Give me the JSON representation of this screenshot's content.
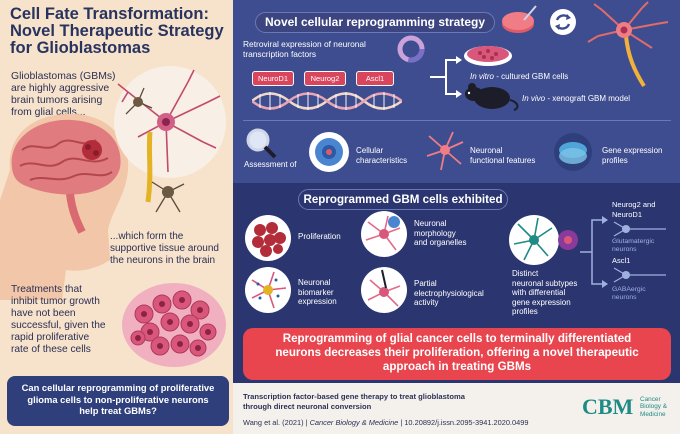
{
  "left": {
    "title_line1": "Cell Fate Transformation:",
    "title_line2": "Novel Therapeutic Strategy",
    "title_line3": "for Glioblastomas",
    "gbm_line1": "Glioblastomas (GBMs)",
    "gbm_line2": "are highly aggressive",
    "gbm_line3": "brain tumors arising",
    "gbm_line4": "from glial cells...",
    "support_line1": "...which form the",
    "support_line2": "supportive tissue around",
    "support_line3": "the neurons in the brain",
    "treat_line1": "Treatments that",
    "treat_line2": "inhibit tumor growth",
    "treat_line3": "have not been",
    "treat_line4": "successful, given the",
    "treat_line5": "rapid proliferative",
    "treat_line6": "rate of these cells",
    "question_line1": "Can cellular reprogramming of proliferative",
    "question_line2": "glioma cells to non-proliferative neurons",
    "question_line3": "help treat GBMs?"
  },
  "top": {
    "header": "Novel cellular reprogramming strategy",
    "retro_line1": "Retroviral expression of neuronal",
    "retro_line2": "transcription factors",
    "genes": [
      "NeuroD1",
      "Neurog2",
      "Ascl1"
    ],
    "invitro_em": "In vitro",
    "invitro_rest": " - cultured GBM cells",
    "invivo_em": "In vivo",
    "invivo_rest": " - xenograft GBM model",
    "assessment": "Assessment of",
    "cell_char_line1": "Cellular",
    "cell_char_line2": "characteristics",
    "neuronal_line1": "Neuronal",
    "neuronal_line2": "functional features",
    "gene_expr_line1": "Gene expression",
    "gene_expr_line2": "profiles"
  },
  "mid": {
    "header": "Reprogrammed GBM cells exhibited",
    "proliferation": "Proliferation",
    "morph_line1": "Neuronal",
    "morph_line2": "morphology",
    "morph_line3": "and organelles",
    "biomarker_line1": "Neuronal",
    "biomarker_line2": "biomarker",
    "biomarker_line3": "expression",
    "electro_line1": "Partial",
    "electro_line2": "electrophysiological",
    "electro_line3": "activity",
    "distinct_line1": "Distinct",
    "distinct_line2": "neuronal subtypes",
    "distinct_line3": "with differential",
    "distinct_line4": "gene expression",
    "distinct_line5": "profiles",
    "neurog2_line1": "Neurog2 and",
    "neurog2_line2": "NeuroD1",
    "glut_line1": "Glutamatergic",
    "glut_line2": "neurons",
    "ascl1": "Ascl1",
    "gaba_line1": "GABAergic",
    "gaba_line2": "neurons",
    "conclusion_line1": "Reprogramming of glial cancer cells to terminally differentiated",
    "conclusion_line2": "neurons decreases their proliferation, offering a novel therapeutic",
    "conclusion_line3": "approach in treating GBMs"
  },
  "footer": {
    "citation_line1": "Transcription factor-based gene therapy to treat glioblastoma",
    "citation_line2": "through direct neuronal conversion",
    "ref_authors": "Wang et al. (2021) | ",
    "ref_journal": "Cancer Biology & Medicine",
    "ref_doi": " | 10.20892/j.issn.2095-3941.2020.0499",
    "logo_text": "CBM",
    "logo_sub1": "Cancer",
    "logo_sub2": "Biology &",
    "logo_sub3": "Medicine"
  },
  "colors": {
    "navy": "#2b3670",
    "blue": "#3e4d8f",
    "cream": "#f7e3cb",
    "red": "#e8454f",
    "teal": "#1f8a86"
  }
}
